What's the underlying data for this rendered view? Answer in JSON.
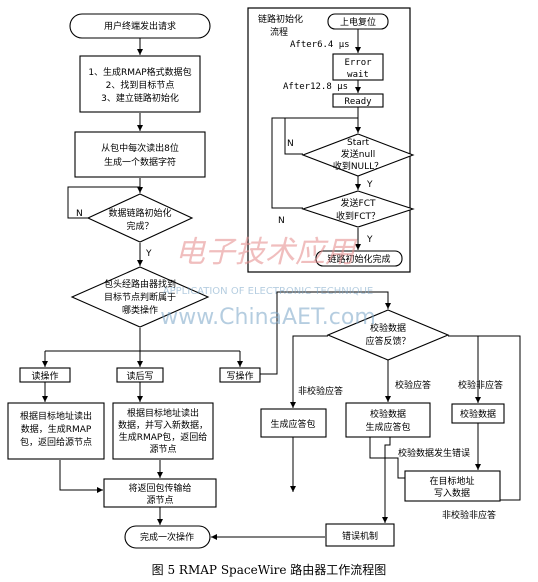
{
  "nodes": {
    "user_request": "用户终端发出请求",
    "prep_1": "1、生成RMAP格式数据包",
    "prep_2": "2、找到目标节点",
    "prep_3": "3、建立链路初始化",
    "read_byte_1": "从包中每次读出8位",
    "read_byte_2": "生成一个数据字符",
    "link_init_1": "数据链路初始化",
    "link_init_2": "完成？",
    "route_1": "包头经路由器找到",
    "route_2": "目标节点判断属于",
    "route_3": "哪类操作",
    "op_read": "读操作",
    "op_rmw": "读后写",
    "op_write": "写操作",
    "read_desc_1": "根据目标地址读出",
    "read_desc_2": "数据，生成RMAP",
    "read_desc_3": "包，返回给源节点",
    "rmw_desc_1": "根据目标地址读出",
    "rmw_desc_2": "数据，并写入新数据，",
    "rmw_desc_3": "生成RMAP包，返回给",
    "rmw_desc_4": "源节点",
    "return_1": "将返回包传输给",
    "return_2": "源节点",
    "finish": "完成一次操作",
    "verify_1": "校验数据",
    "verify_2": "应答反馈？",
    "gen_ack": "生成应答包",
    "verify_ack_1": "校验数据",
    "verify_ack_2": "生成应答包",
    "verify_data": "校验数据",
    "write_addr_1": "在目标地址",
    "write_addr_2": "写入数据",
    "error_mech": "错误机制"
  },
  "link_panel": {
    "title_1": "链路初始化",
    "title_2": "流程",
    "power_reset": "上电复位",
    "after_1": "After6.4 μs",
    "error_wait_1": "Error",
    "error_wait_2": "wait",
    "after_2": "After12.8 μs",
    "ready": "Ready",
    "start_1": "Start",
    "start_2": "发送null",
    "start_3": "收到NULL？",
    "fct_1": "发送FCT",
    "fct_2": "收到FCT？",
    "done": "链路初始化完成"
  },
  "edge_labels": {
    "no_1": "N",
    "yes_1": "Y",
    "no_2": "N",
    "yes_2": "Y",
    "no_3": "N",
    "yes_3": "Y",
    "non_verify_ack": "非校验应答",
    "verify_ack": "校验应答",
    "verify_non_ack": "校验非应答",
    "verify_error": "校验数据发生错误",
    "non_verify_non_ack": "非校验非应答"
  },
  "watermark": {
    "cn": "电子技术应用",
    "en": "APPLICATION OF ELECTRONIC TECHNIQUE",
    "url": "www.ChinaAET.com"
  },
  "caption": "图 5   RMAP SpaceWire 路由器工作流程图"
}
